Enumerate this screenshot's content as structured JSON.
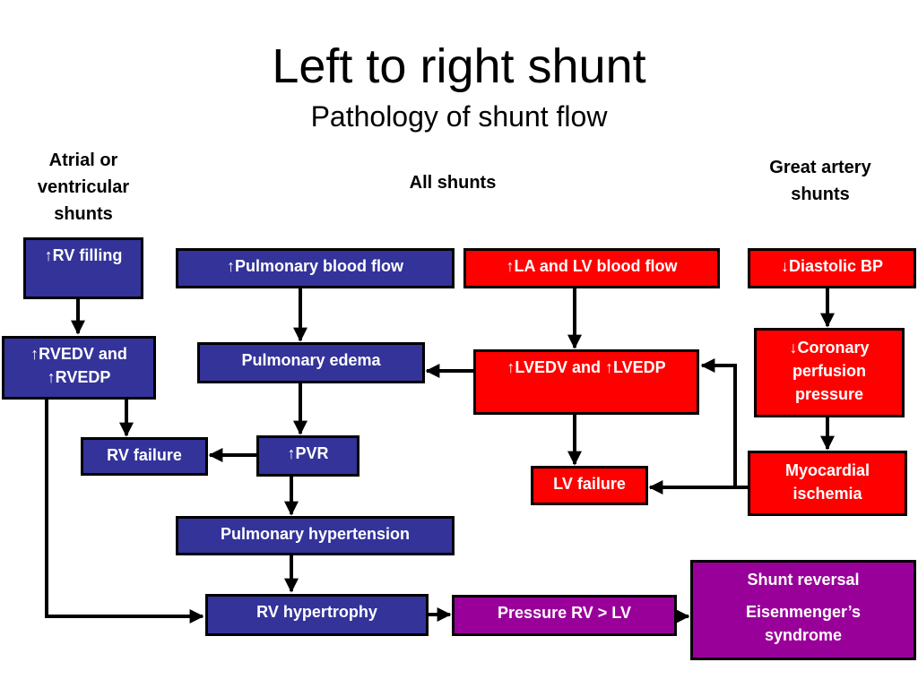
{
  "title": "Left to right shunt",
  "subtitle": "Pathology of shunt flow",
  "headers": {
    "atrial": "Atrial or ventricular shunts",
    "all": "All shunts",
    "great": "Great artery shunts"
  },
  "boxes": {
    "rv_filling": "↑RV filling",
    "rvedv": "↑RVEDV and ↑RVEDP",
    "rv_failure": "RV failure",
    "pulm_flow": "↑Pulmonary blood flow",
    "pulm_edema": "Pulmonary edema",
    "pvr": "↑PVR",
    "pulm_htn": "Pulmonary hypertension",
    "rv_hypertrophy": "RV hypertrophy",
    "la_lv_flow": "↑LA and LV blood flow",
    "lvedv": "↑LVEDV and ↑LVEDP",
    "lv_failure": "LV failure",
    "diastolic_bp": "↓Diastolic BP",
    "coronary": "↓Coronary perfusion pressure",
    "ischemia": "Myocardial ischemia",
    "pressure_rv_lv": "Pressure RV > LV",
    "shunt_reversal": "Shunt reversal",
    "eisenmenger": "Eisenmenger’s syndrome"
  },
  "colors": {
    "blue_box": "#33339a",
    "red_box": "#ff0000",
    "purple_box": "#990099"
  }
}
